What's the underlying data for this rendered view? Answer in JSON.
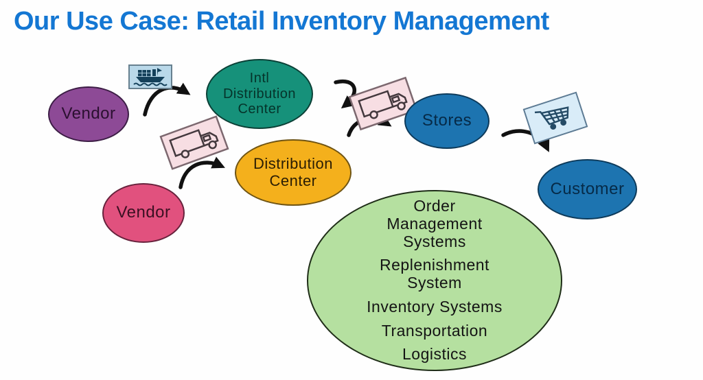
{
  "slide": {
    "title": "Our Use Case: Retail Inventory Management",
    "title_color": "#1477d3"
  },
  "diagram": {
    "nodes": {
      "vendor_intl": {
        "label": "Vendor",
        "color": "#8d4a96"
      },
      "intl_distribution_center": {
        "label": "Intl\nDistribution\nCenter",
        "color": "#16917a"
      },
      "vendor_domestic": {
        "label": "Vendor",
        "color": "#e1517e"
      },
      "distribution_center": {
        "label": "Distribution\nCenter",
        "color": "#f4b01c"
      },
      "stores": {
        "label": "Stores",
        "color": "#1d74b0"
      },
      "customer": {
        "label": "Customer",
        "color": "#1d74b0"
      }
    },
    "systems_circle": {
      "color": "#b5e0a0",
      "items": [
        "Order\nManagement\nSystems",
        "Replenishment\nSystem",
        "Inventory Systems",
        "Transportation",
        "Logistics"
      ]
    },
    "icons": {
      "ship": "cargo-ship-icon",
      "truck_import": "delivery-truck-icon",
      "truck_outbound": "delivery-truck-icon",
      "cart": "shopping-cart-icon"
    },
    "arrow_color": "#111111"
  }
}
